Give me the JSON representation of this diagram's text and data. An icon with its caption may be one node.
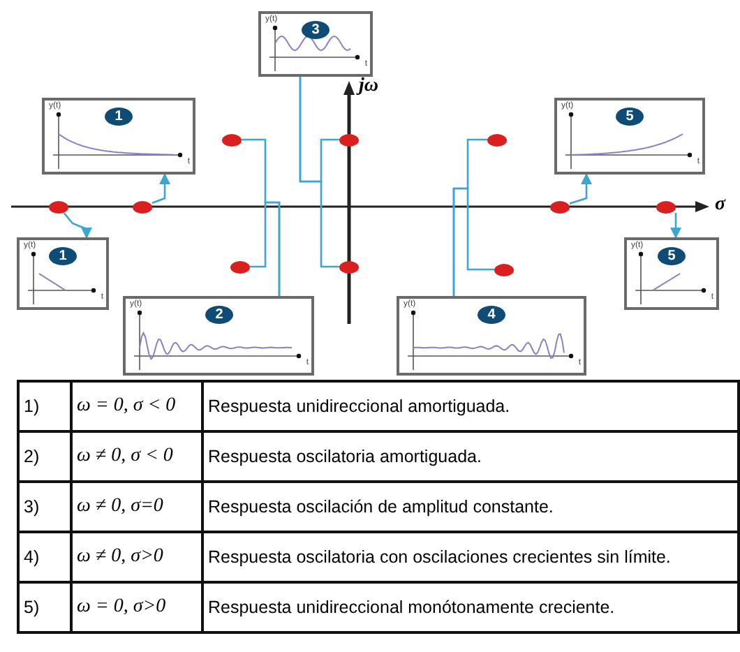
{
  "diagram": {
    "nodes": [
      {
        "text": [
          "y(t)",
          "3",
          "t"
        ]
      },
      {
        "text": [
          "y(t)",
          "1",
          "t"
        ]
      },
      {
        "text": [
          "y(t)",
          "5",
          "t"
        ]
      },
      {
        "text": [
          "y(t)",
          "1",
          "t"
        ]
      },
      {
        "text": [
          "y(t)",
          "5",
          "t"
        ]
      },
      {
        "text": [
          "y(t)",
          "2",
          "t"
        ]
      },
      {
        "text": [
          "y(t)",
          "4",
          "t"
        ]
      },
      {
        "text": [],
        "shape": "circle"
      },
      {
        "text": [],
        "shape": "circle"
      },
      {
        "text": [],
        "shape": "circle"
      },
      {
        "text": [],
        "shape": "circle"
      },
      {
        "text": [],
        "shape": "circle"
      },
      {
        "text": [],
        "shape": "circle"
      },
      {
        "text": [],
        "shape": "circle"
      },
      {
        "text": [],
        "shape": "circle"
      },
      {
        "text": [],
        "shape": "circle"
      },
      {
        "text": [],
        "shape": "circle"
      }
    ],
    "edges": [
      {
        "from": 10,
        "to": 3,
        "arrow": "to"
      },
      {
        "from": 11,
        "to": 1,
        "arrow": "to"
      },
      {
        "from": 12,
        "to": 2,
        "arrow": "to"
      },
      {
        "from": 13,
        "to": 4,
        "arrow": "to"
      },
      {
        "from": 7,
        "to": 5,
        "arrow": "none"
      },
      {
        "from": 14,
        "to": 5,
        "arrow": "none"
      },
      {
        "from": 8,
        "to": 0,
        "arrow": "none"
      },
      {
        "from": 15,
        "to": 0,
        "arrow": "none"
      },
      {
        "from": 9,
        "to": 6,
        "arrow": "none"
      },
      {
        "from": 16,
        "to": 6,
        "arrow": "none"
      }
    ],
    "labels": [
      "jω",
      "σ",
      "1)",
      "ω = 0, σ < 0",
      "Respuesta unidireccional amortiguada.",
      "2)",
      "ω ≠ 0, σ < 0",
      "Respuesta oscilatoria amortiguada.",
      "3)",
      "ω ≠ 0, σ=0",
      "Respuesta oscilación de amplitud constante.",
      "4)",
      "ω ≠ 0, σ>0",
      "Respuesta oscilatoria con oscilaciones crecientes sin límite.",
      "5)",
      "ω = 0, σ>0",
      "Respuesta unidireccional monótonamente creciente."
    ]
  }
}
